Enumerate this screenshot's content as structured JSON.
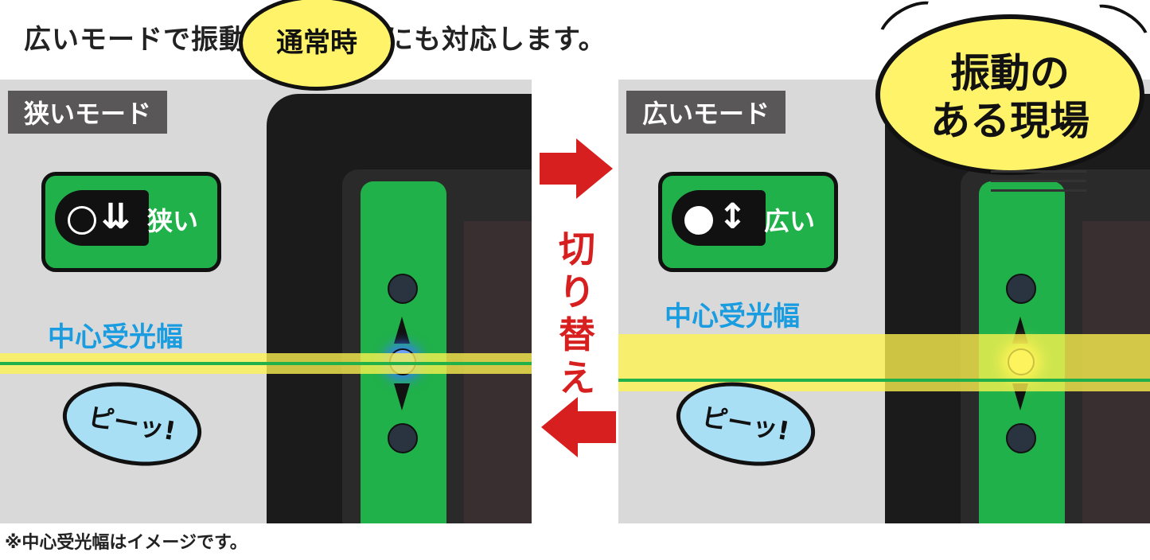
{
  "headline": "広いモードで振動のある現場にも対応します。",
  "footnote": "※中心受光幅はイメージです。",
  "left_panel": {
    "mode_label": "狭いモード",
    "bubble": "通常時",
    "badge_text": "狭い",
    "badge_symbol": "⇊",
    "center_label": "中心受光幅",
    "beep": "ピーッ!"
  },
  "right_panel": {
    "mode_label": "広いモード",
    "badge_text": "広い",
    "badge_symbol": "↕",
    "center_label": "中心受光幅",
    "beep": "ピーッ!"
  },
  "switch_label": "切り替え",
  "big_bubble": {
    "line1": "振動の",
    "line2": "ある現場"
  },
  "colors": {
    "accent_green": "#21b14a",
    "band_yellow": "#fff36a",
    "label_blue": "#1a9ce0",
    "arrow_red": "#d71f1f"
  }
}
